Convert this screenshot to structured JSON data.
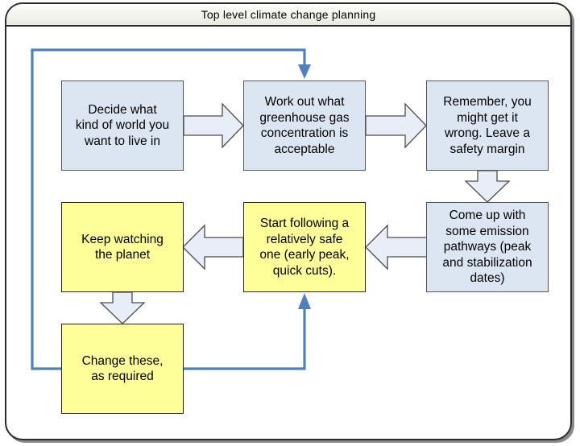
{
  "window": {
    "title": "Top level climate change planning"
  },
  "diagram": {
    "nodes": [
      {
        "id": "decide-world",
        "label": "Decide what\nkind of world you\nwant to live in",
        "color": "blue"
      },
      {
        "id": "work-out-ghg",
        "label": "Work out what\ngreenhouse gas\nconcentration is\nacceptable",
        "color": "blue"
      },
      {
        "id": "safety-margin",
        "label": "Remember, you\nmight get it\nwrong. Leave a\nsafety margin",
        "color": "blue"
      },
      {
        "id": "emission-pathways",
        "label": "Come up with\nsome emission\npathways (peak\nand stabilization\ndates)",
        "color": "blue"
      },
      {
        "id": "start-following",
        "label": "Start following a\nrelatively safe\none (early peak,\nquick cuts).",
        "color": "yellow"
      },
      {
        "id": "keep-watching",
        "label": "Keep watching\nthe planet",
        "color": "yellow"
      },
      {
        "id": "change-these",
        "label": "Change these,\nas required",
        "color": "yellow"
      }
    ],
    "arrows": [
      {
        "id": "decide-to-workout",
        "type": "block-arrow",
        "direction": "right"
      },
      {
        "id": "workout-to-remember",
        "type": "block-arrow",
        "direction": "right"
      },
      {
        "id": "remember-to-pathways",
        "type": "block-arrow",
        "direction": "down"
      },
      {
        "id": "pathways-to-start",
        "type": "block-arrow",
        "direction": "left"
      },
      {
        "id": "start-to-keep",
        "type": "block-arrow",
        "direction": "left"
      },
      {
        "id": "keep-to-change",
        "type": "block-arrow",
        "direction": "down"
      },
      {
        "id": "change-to-workout",
        "type": "line-connector",
        "direction": "up-then-down"
      },
      {
        "id": "change-to-start",
        "type": "line-connector",
        "direction": "up"
      }
    ]
  },
  "colors": {
    "node_blue": "#dce6f2",
    "node_yellow": "#ffff99",
    "arrow_fill": "#e8eef7",
    "arrow_stroke": "#4d4d4d",
    "connector_blue": "#4f81bd",
    "frame_border": "#2b2b2b",
    "titlebar_top": "#fdfdfa",
    "titlebar_bottom": "#e9ebdf"
  }
}
